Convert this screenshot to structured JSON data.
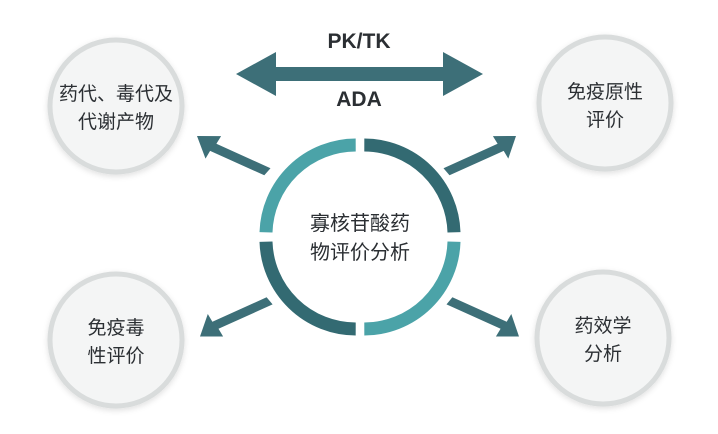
{
  "center": {
    "label": "寡核苷酸药\n物评价分析"
  },
  "arrow_labels": {
    "top": "PK/TK",
    "bottom": "ADA"
  },
  "nodes": {
    "top_left": "药代、毒代及\n代谢产物",
    "top_right": "免疫原性\n评价",
    "bottom_left": "免疫毒\n性评价",
    "bottom_right": "药效学\n分析"
  },
  "colors": {
    "arrow": "#3d6f78",
    "ring_light": "#4ba3a8",
    "ring_dark": "#336a72",
    "circle_fill": "#f4f5f5",
    "circle_border": "#d9dcdc",
    "text": "#2b2f33"
  }
}
